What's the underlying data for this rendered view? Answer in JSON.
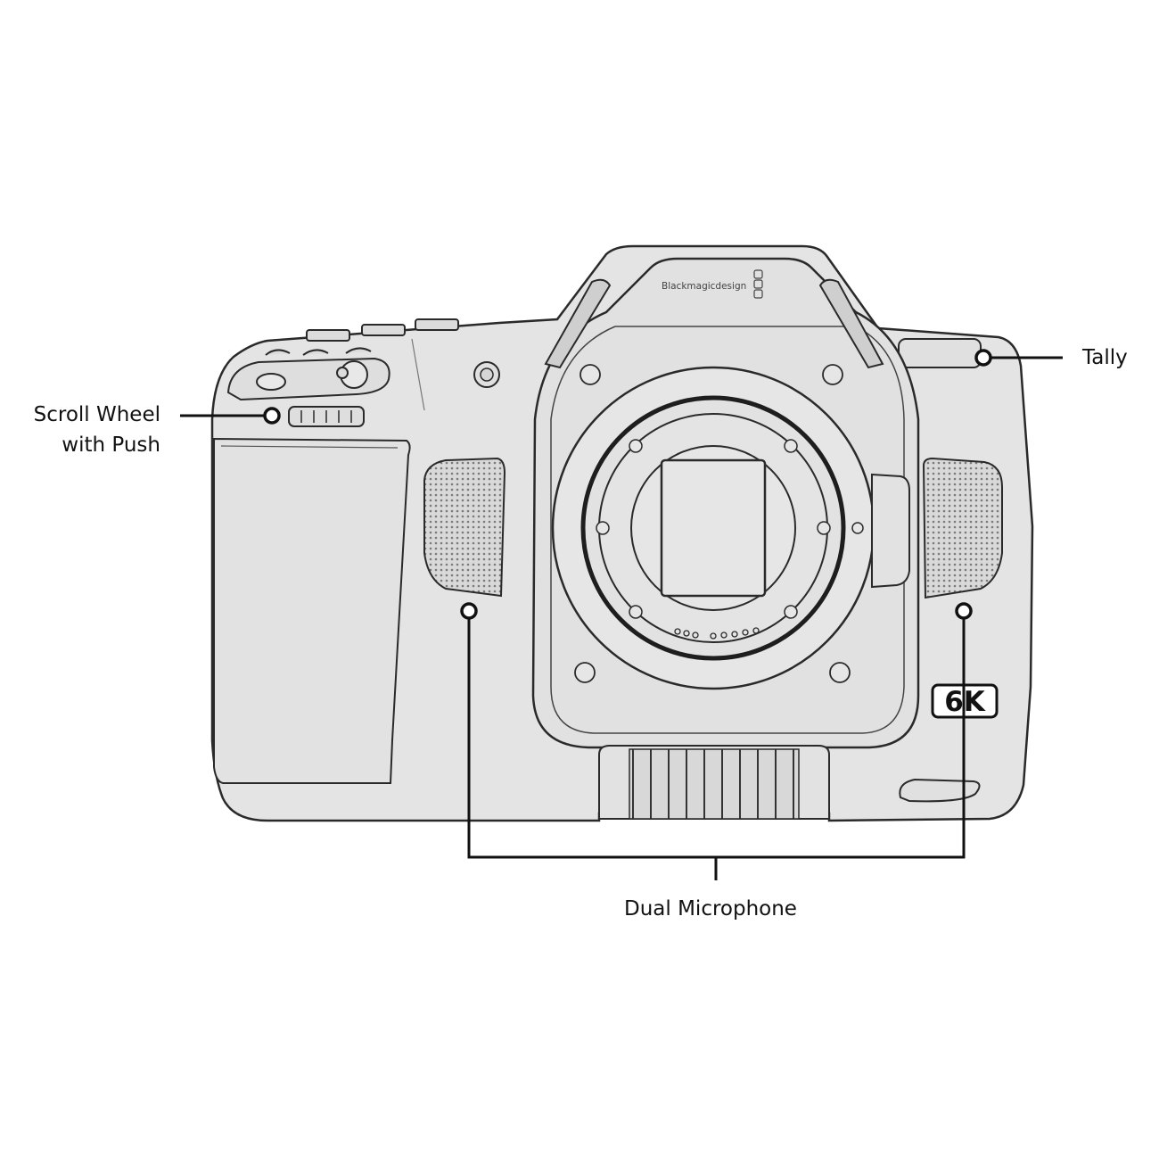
{
  "callouts": {
    "scroll_wheel_line1": "Scroll Wheel",
    "scroll_wheel_line2": "with Push",
    "tally": "Tally",
    "dual_microphone": "Dual Microphone"
  },
  "camera": {
    "brand": "Blackmagicdesign",
    "badge": "6K"
  },
  "colors": {
    "body_fill": "#e4e4e4",
    "outline": "#2a2a2a",
    "callout_line": "#111111"
  }
}
